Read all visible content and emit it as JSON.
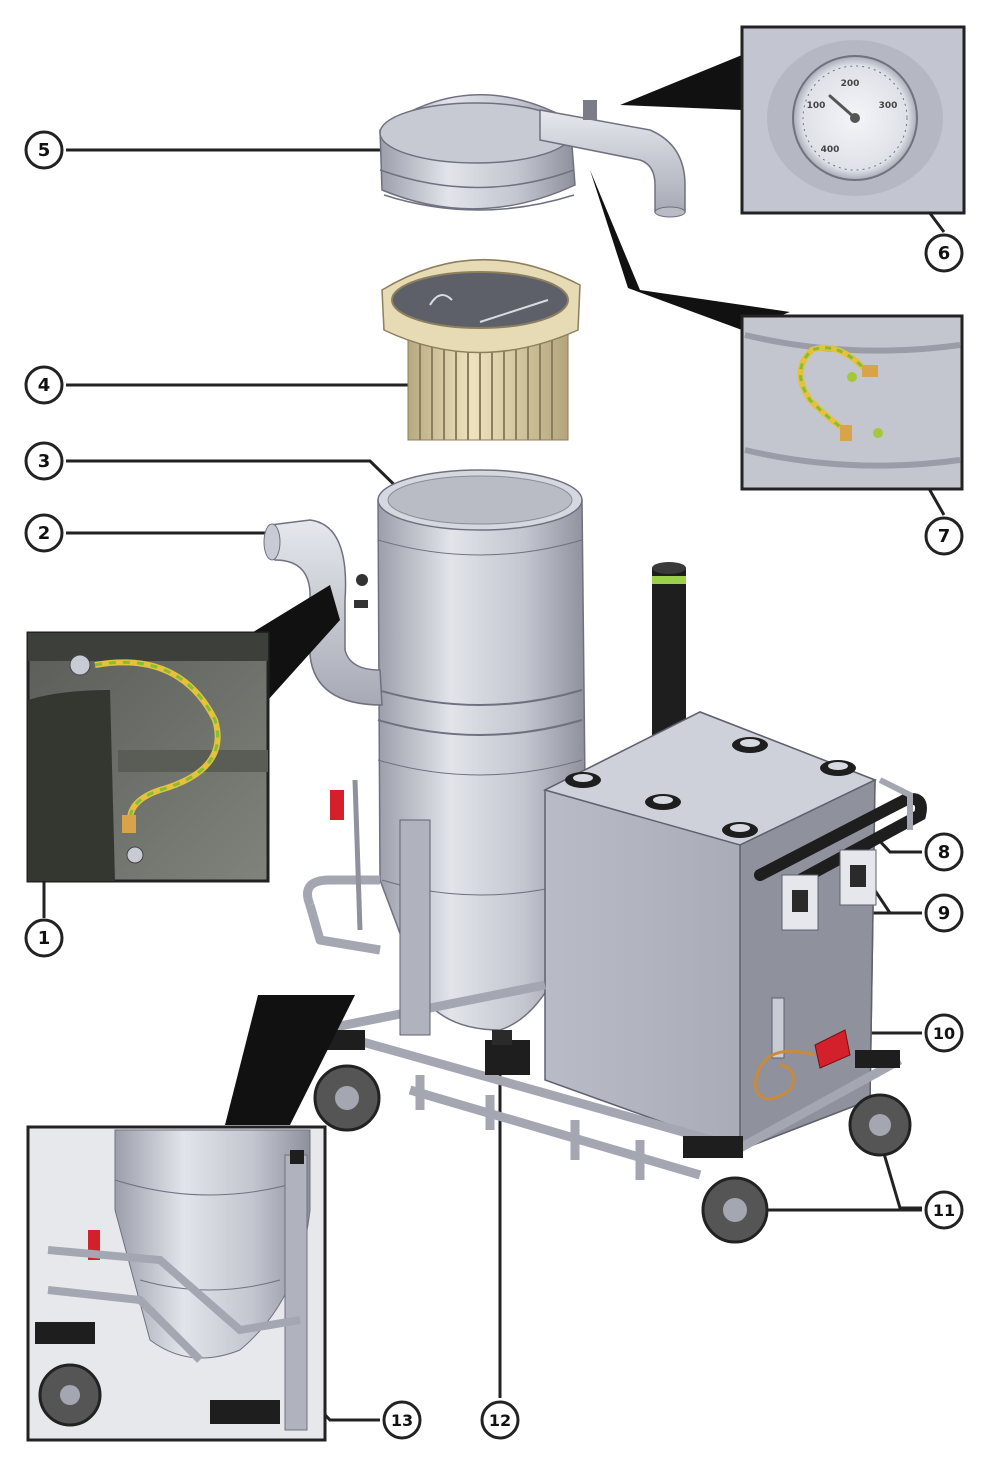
{
  "callouts": [
    {
      "number": "1",
      "part": "grounding-cable-separator-inlet"
    },
    {
      "number": "2",
      "part": "suction-inlet-elbow"
    },
    {
      "number": "3",
      "part": "separator-container"
    },
    {
      "number": "4",
      "part": "filter-cartridge"
    },
    {
      "number": "5",
      "part": "filter-cover"
    },
    {
      "number": "6",
      "part": "vacuum-gauge"
    },
    {
      "number": "7",
      "part": "grounding-cable-cover"
    },
    {
      "number": "8",
      "part": "push-handle"
    },
    {
      "number": "9",
      "part": "control-switches"
    },
    {
      "number": "10",
      "part": "power-plug-and-cable"
    },
    {
      "number": "11",
      "part": "castor-wheels"
    },
    {
      "number": "12",
      "part": "discharge-flap-holder"
    },
    {
      "number": "13",
      "part": "discharge-hopper"
    }
  ],
  "gauge": {
    "scale_labels": [
      "200",
      "100",
      "300",
      "400"
    ]
  },
  "colors": {
    "metal_light": "#d6d8e0",
    "metal_mid": "#b3b5c2",
    "metal_dark": "#8d8f9c",
    "filter_beige": "#d9cda6",
    "ground_wire_green": "#7fbf3a",
    "ground_wire_yellow": "#e6c13a",
    "plug_red": "#d4202a",
    "tube_black": "#1e1e1e",
    "frame_grey": "#a4a6b2",
    "inset_border": "#222222"
  }
}
